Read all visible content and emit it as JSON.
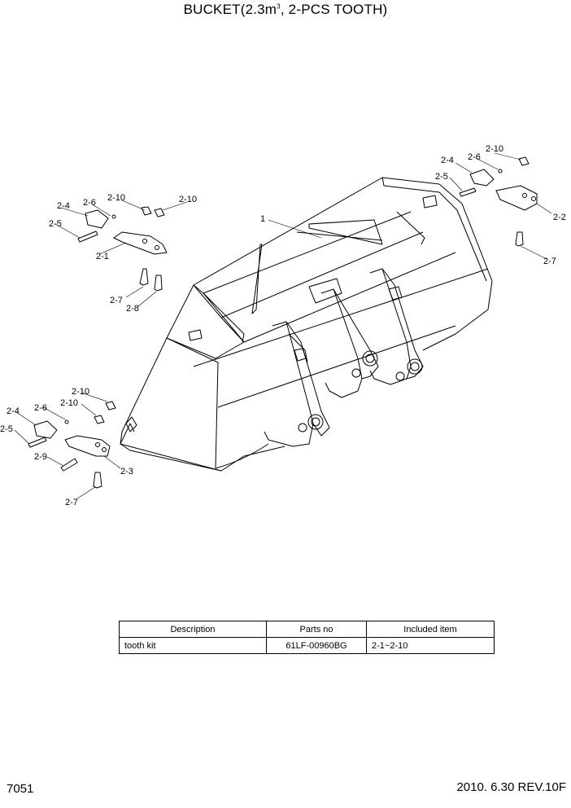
{
  "title": {
    "text_before": "BUCKET(2.3m",
    "superscript": "3",
    "text_after": ", 2-PCS TOOTH)"
  },
  "callouts": {
    "c1": "1",
    "c2_1": "2-1",
    "c2_2": "2-2",
    "c2_3": "2-3",
    "c2_4a": "2-4",
    "c2_4b": "2-4",
    "c2_4c": "2-4",
    "c2_5a": "2-5",
    "c2_5b": "2-5",
    "c2_5c": "2-5",
    "c2_6a": "2-6",
    "c2_6b": "2-6",
    "c2_6c": "2-6",
    "c2_7a": "2-7",
    "c2_7b": "2-7",
    "c2_7c": "2-7",
    "c2_8": "2-8",
    "c2_9": "2-9",
    "c2_10a": "2-10",
    "c2_10b": "2-10",
    "c2_10c": "2-10",
    "c2_10d": "2-10",
    "c2_10e": "2-10"
  },
  "parts_table": {
    "headers": [
      "Description",
      "Parts no",
      "Included item"
    ],
    "rows": [
      [
        "tooth kit",
        "61LF-00960BG",
        "2-1~2-10"
      ]
    ]
  },
  "footer": {
    "page_number": "7051",
    "revision": "2010. 6.30  REV.10F"
  }
}
